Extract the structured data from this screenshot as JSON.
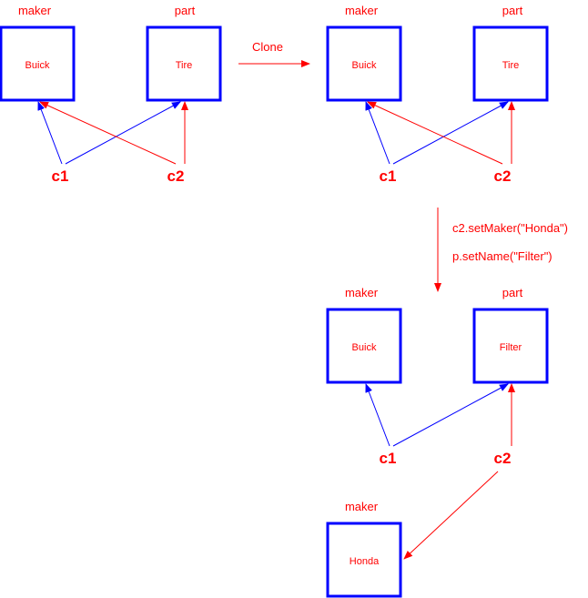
{
  "colors": {
    "accent": "#ff0000",
    "box_border": "#0000ff",
    "blue_arrow": "#0000ff",
    "red_arrow": "#ff0000",
    "label_text": "#ff0000"
  },
  "labels": {
    "maker": "maker",
    "part": "part",
    "c1": "c1",
    "c2": "c2"
  },
  "operations": {
    "clone": "Clone",
    "set_maker": "c2.setMaker(\"Honda\")",
    "set_name": "p.setName(\"Filter\")"
  },
  "values": {
    "buick": "Buick",
    "tire": "Tire",
    "filter": "Filter",
    "honda": "Honda"
  }
}
